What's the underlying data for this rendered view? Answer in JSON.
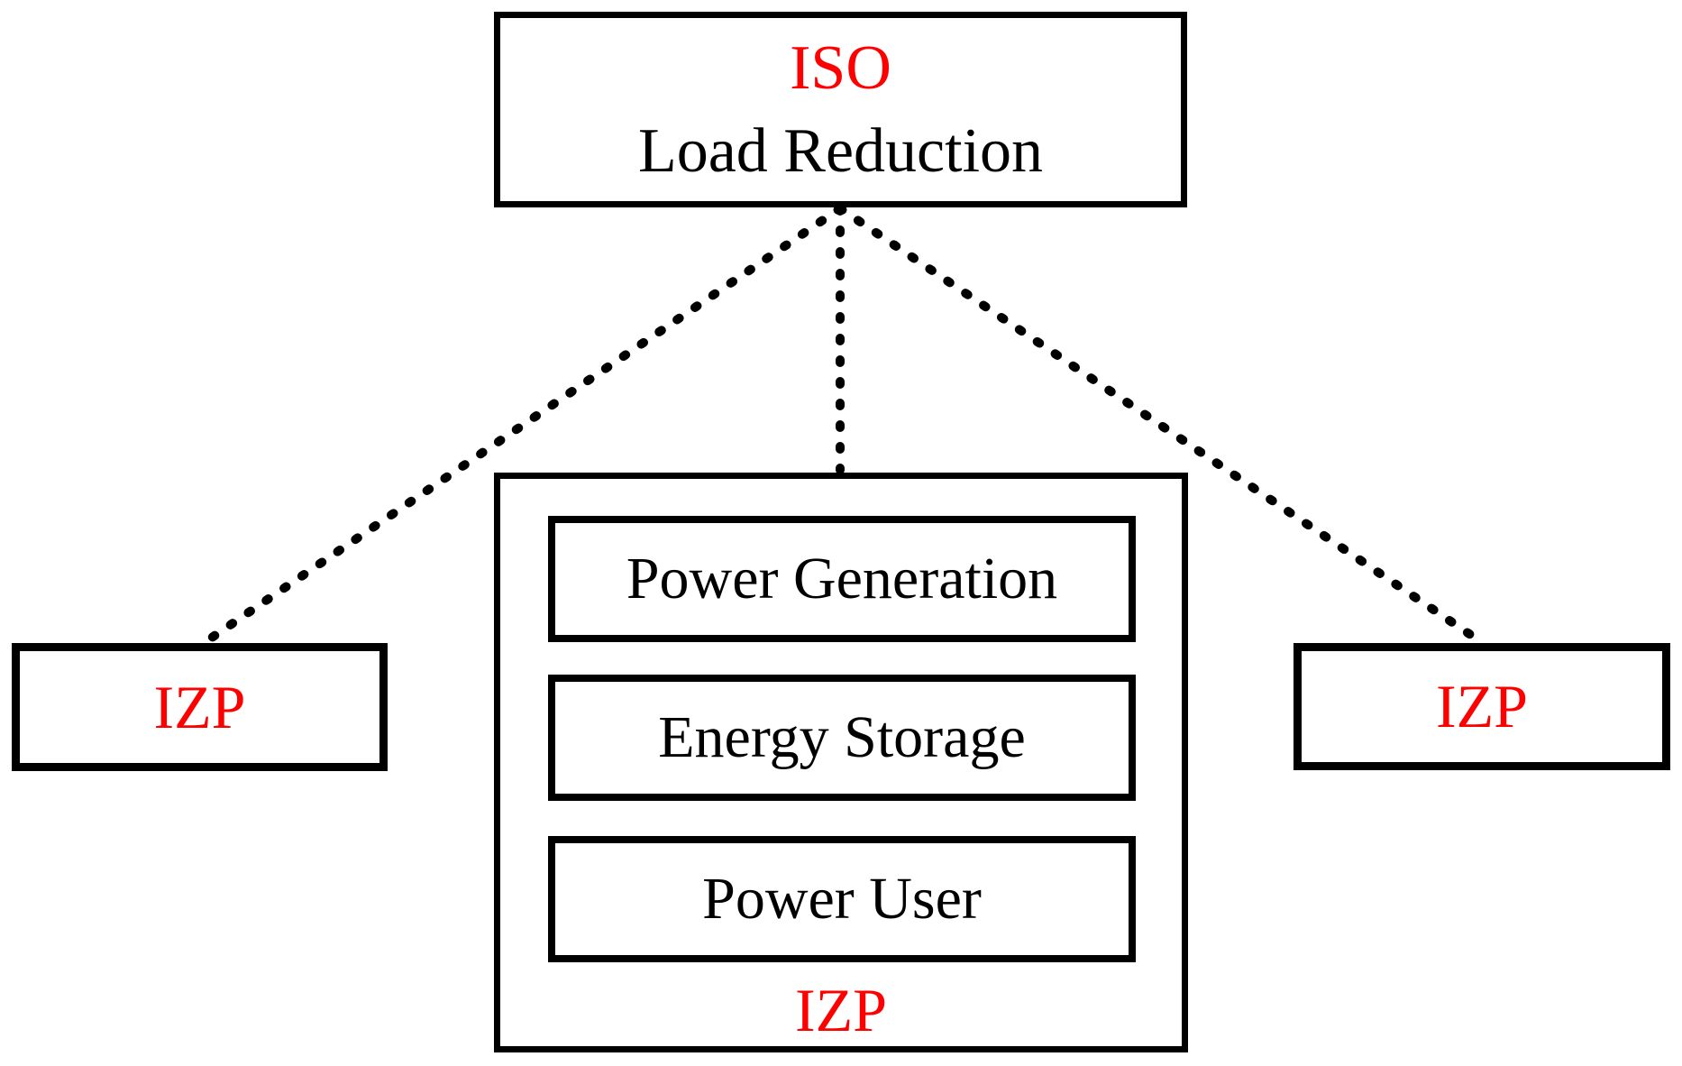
{
  "colors": {
    "accent_red": "#FF0000",
    "line_black": "#000000",
    "background": "#FFFFFF"
  },
  "diagram": {
    "iso_box": {
      "title": "ISO",
      "subtitle": "Load Reduction"
    },
    "left_izp_box": {
      "label": "IZP"
    },
    "right_izp_box": {
      "label": "IZP"
    },
    "center_izp_box": {
      "label": "IZP",
      "components": [
        {
          "label": "Power Generation"
        },
        {
          "label": "Energy Storage"
        },
        {
          "label": "Power User"
        }
      ]
    },
    "connectors": [
      {
        "from": "iso-box",
        "to": "left-izp-box",
        "style": "dashed"
      },
      {
        "from": "iso-box",
        "to": "center-izp-box",
        "style": "dashed"
      },
      {
        "from": "iso-box",
        "to": "right-izp-box",
        "style": "dashed"
      }
    ]
  }
}
